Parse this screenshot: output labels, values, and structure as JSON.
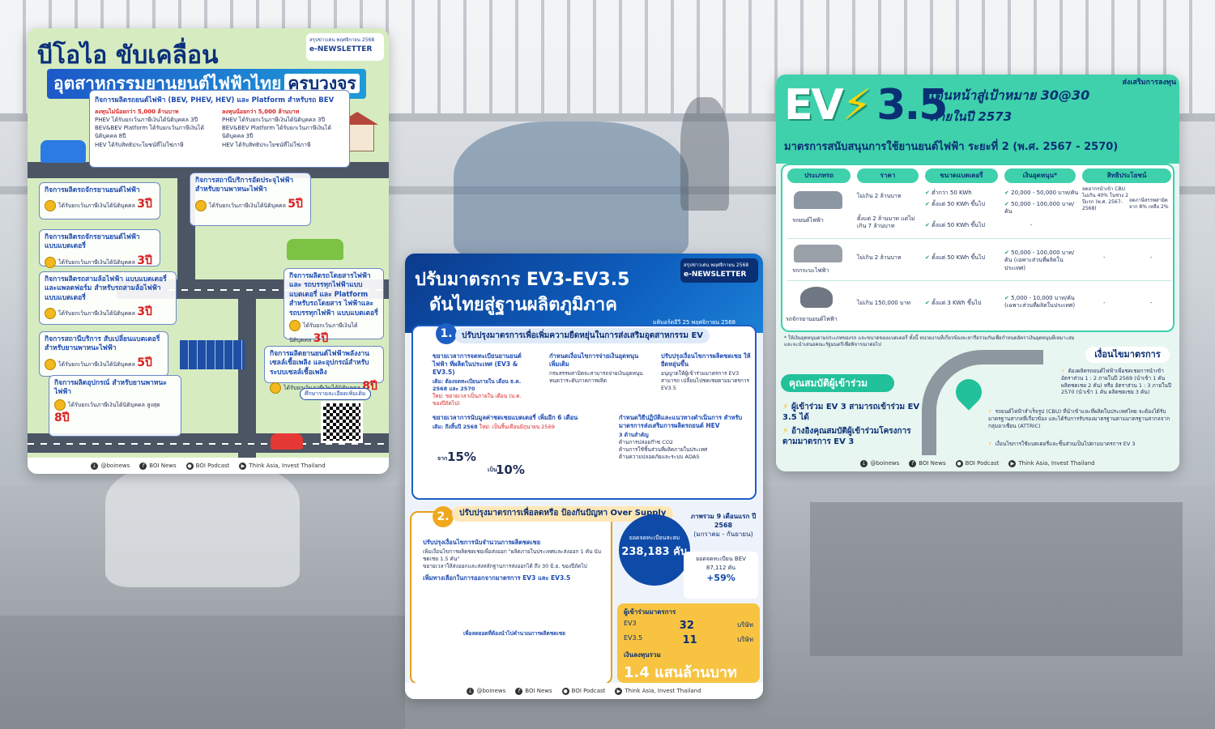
{
  "poster1": {
    "title_line1": "บีโอไอ ขับเคลื่อน",
    "title_line2": "อุตสาหกรรมยานยนต์ไฟฟ้าไทย",
    "title_line2_b": "ครบวงจร",
    "badge": {
      "sub": "สรุปข่าวเด่น พฤศจิกายน 2568",
      "name": "e-NEWSLETTER"
    },
    "top": {
      "heading": "กิจการผลิตรถยนต์ไฟฟ้า (BEV, PHEV, HEV) และ Platform สำหรับรถ BEV",
      "left_title": "ลงทุนไม่น้อยกว่า 5,000 ล้านบาท",
      "left_items": [
        "PHEV ได้รับยกเว้นภาษีเงินได้นิติบุคคล 3ปี",
        "BEV&BEV Platform ได้รับยกเว้นภาษีเงินได้นิติบุคคล 8ปี",
        "HEV ได้รับสิทธิประโยชน์ที่ไม่ใช่ภาษี"
      ],
      "right_title": "ลงทุนน้อยกว่า 5,000 ล้านบาท",
      "right_items": [
        "PHEV ได้รับยกเว้นภาษีเงินได้นิติบุคคล 3ปี",
        "BEV&BEV Platform ได้รับยกเว้นภาษีเงินได้นิติบุคคล 3ปี",
        "HEV ได้รับสิทธิประโยชน์ที่ไม่ใช่ภาษี"
      ]
    },
    "boxes": [
      {
        "title": "กิจการผลิตรถจักรยานยนต์ไฟฟ้า",
        "text": "ได้รับยกเว้นภาษีเงินได้นิติบุคคล",
        "years": "3ปี"
      },
      {
        "title": "กิจการผลิตรถจักรยานยนต์ไฟฟ้า แบบแบตเตอรี่",
        "text": "ได้รับยกเว้นภาษีเงินได้นิติบุคคล",
        "years": "3ปี"
      },
      {
        "title": "กิจการผลิตรถสามล้อไฟฟ้า แบบแบตเตอรี่และแพลตฟอร์ม สำหรับรถสามล้อไฟฟ้าแบบแบตเตอรี่",
        "text": "ได้รับยกเว้นภาษีเงินได้นิติบุคคล",
        "years": "3ปี"
      },
      {
        "title": "กิจการสถานีบริการ สับเปลี่ยนแบตเตอรี่ สำหรับยานพาหนะไฟฟ้า",
        "text": "ได้รับยกเว้นภาษีเงินได้นิติบุคคล",
        "years": "5ปี"
      },
      {
        "title": "กิจการสถานีบริการอัดประจุไฟฟ้า สำหรับยานพาหนะไฟฟ้า",
        "text": "ได้รับยกเว้นภาษีเงินได้นิติบุคคล",
        "years": "5ปี"
      },
      {
        "title": "กิจการผลิตรถโดยสารไฟฟ้าและ รถบรรทุกไฟฟ้าแบบแบตเตอรี่ และ Platform สำหรับรถโดยสาร ไฟฟ้าและรถบรรทุกไฟฟ้า แบบแบตเตอรี่",
        "text": "ได้รับยกเว้นภาษีเงินได้นิติบุคคล",
        "years": "3ปี"
      },
      {
        "title": "กิจการผลิตยานยนต์ไฟฟ้าพลังงานเซลล์เชื้อเพลิง และอุปกรณ์สำหรับระบบเซลล์เชื้อเพลิง",
        "text": "ได้รับยกเว้นภาษีเงินได้นิติบุคคล",
        "years": "8ปี"
      },
      {
        "title": "กิจการผลิตอุปกรณ์ สำหรับยานพาหนะไฟฟ้า",
        "text": "ได้รับยกเว้นภาษีเงินได้นิติบุคคล สูงสุด",
        "years": "8ปี"
      }
    ],
    "more": "ศึกษารายละเอียดเพิ่มเติม",
    "footer": [
      "@boinews",
      "BOI News",
      "BOI Podcast",
      "Think Asia, Invest Thailand"
    ]
  },
  "poster2": {
    "title_line1": "ปรับมาตรการ EV3-EV3.5",
    "title_line2": "ดันไทยสู่ฐานผลิตภูมิภาค",
    "date": "มติบอร์ดอีวี 25 พฤศจิกายน 2568",
    "badge": {
      "sub": "สรุปข่าวเด่น พฤศจิกายน 2568",
      "name": "e-NEWSLETTER"
    },
    "sec1_num": "1.",
    "sec1_title": "ปรับปรุงมาตรการเพื่อเพิ่มความยืดหยุ่นในการส่งเสริมอุตสาหกรรม EV",
    "cells": [
      {
        "title": "ขยายเวลาการจดทะเบียนยานยนต์ไฟฟ้า ที่ผลิตในประเทศ (EV3 & EV3.5)",
        "text": "เดิม: ต้องจดทะเบียนภายใน เดือน ธ.ค. 2568 และ 2570",
        "text2": "ใหม่: ขยายเวลาเป็นภายใน เดือน (ม.ค. ของปีถัดไป)"
      },
      {
        "title": "กำหนดเงื่อนไขการจ่ายเงินอุดหนุนเพิ่มเติม",
        "text": "กรมสรรพสามิตจะสามารถจ่ายเงินอุดหนุน หนดว่าระดับภาคการผลิต"
      },
      {
        "title": "ปรับปรุงเงื่อนไขการผลิตชดเชย ให้ยืดหยุ่นขึ้น",
        "text": "อนุญาตให้ผู้เข้าร่วมมาตรการ EV3 สามารถ เปลี่ยนไปชดเชยตามมาตรการ EV3.5"
      },
      {
        "title": "ขยายเวลาการนับมูลค่าชดเชยแบตเตอรี่ เพิ่มอีก 6 เดือน",
        "text": "เดิม: ถึงสิ้นปี 2568",
        "text2": "ใหม่: เป็นสิ้นเดือนมิถุนายน 2569"
      },
      {
        "title": "กำหนดวิธีปฏิบัติและแนวทางดำเนินการ สำหรับมาตรการส่งเสริมการผลิตรถยนต์ HEV",
        "text": "3 ด้านสำคัญ"
      }
    ],
    "pct_from_label": "จาก",
    "pct_from": "15%",
    "pct_to_label": "เป็น",
    "pct_to": "10%",
    "hev_items": [
      "ด้านการปล่อยก๊าซ CO2",
      "ด้านการใช้ชิ้นส่วนที่ผลิตภายในประเทศ",
      "ด้านความปลอดภัยและระบบ ADAS"
    ],
    "sec2_num": "2.",
    "sec2_title": "ปรับปรุงมาตรการเพื่อลดหรือ ป้องกันปัญหา Over Supply",
    "sec2_sub": "ปรับปรุงเงื่อนไขการนับจำนวนการผลิตชดเชย",
    "sec2_items": [
      "เพิ่มเงื่อนไขการผลิตชดเชยเพื่อส่งออก \"ผลิตภายในประเทศและส่งออก 1 คัน นับชดเชย 1.5 คัน\"",
      "ขยายเวลาให้ส่งออกและส่งหลักฐานการส่งออกได้ ถึง 30 มิ.ย. ของปีถัดไป"
    ],
    "sec2_sub2": "เพิ่มทางเลือกในการออกจากมาตรการ EV3 และ EV3.5",
    "sec2_note": "เพื่อลดยอดที่ต้องนำไปคำนวณการผลิตชดเชย",
    "stat_reg_label": "ยอดจดทะเบียนสะสม",
    "stat_reg": "238,183 คัน",
    "stat_period": "ภาพรวม 9 เดือนแรก ปี 2568",
    "stat_period_sub": "(มกราคม - กันยายน)",
    "stat_bev_label": "ยอดจดทะเบียน BEV",
    "stat_bev": "87,112 คัน",
    "stat_growth": "+59%",
    "partic_title": "ผู้เข้าร่วมมาตรการ",
    "partic_rows": [
      {
        "label": "EV3",
        "n": "32",
        "unit": "บริษัท"
      },
      {
        "label": "EV3.5",
        "n": "11",
        "unit": "บริษัท"
      }
    ],
    "invest_label": "เงินลงทุนรวม",
    "invest": "1.4 แสนล้านบาท",
    "footer": [
      "@boinews",
      "BOI News",
      "BOI Podcast",
      "Think Asia, Invest Thailand"
    ]
  },
  "poster3": {
    "logo_ev": "EV",
    "logo_num": "3.5",
    "target1": "เดินหน้าสู่เป้าหมาย 30@30",
    "target2": "ภายในปี 2573",
    "brand": "ส่งเสริมการลงทุน",
    "subtitle": "มาตรการสนับสนุนการใช้ยานยนต์ไฟฟ้า ระยะที่ 2 (พ.ศ. 2567 - 2570)",
    "headers": [
      "ประเภทรถ",
      "ราคา",
      "ขนาดแบตเตอรี่",
      "เงินอุดหนุน*",
      "สิทธิประโยชน์"
    ],
    "rows": [
      {
        "type": "รถยนต์ไฟฟ้า",
        "price": "ไม่เกิน 2 ล้านบาท",
        "price2": "ตั้งแต่ 2 ล้านบาท แต่ไม่เกิน 7 ล้านบาท",
        "bat": "ต่ำกว่า 50 KWh",
        "bat2": "ตั้งแต่ 50 KWh ขึ้นไป",
        "bat3": "ตั้งแต่ 50 KWh ขึ้นไป",
        "sub": "20,000 - 50,000 บาท/คัน",
        "sub2": "50,000 - 100,000 บาท/คัน",
        "ben": "ลดอากรนำเข้า CBU ไม่เกิน 40% ในช่วง 2 ปีแรก (พ.ศ. 2567-2568)",
        "ben2": "ลดภาษีสรรพสามิต จาก 8% เหลือ 2%"
      },
      {
        "type": "รถกระบะไฟฟ้า",
        "price": "ไม่เกิน 2 ล้านบาท",
        "bat": "ตั้งแต่ 50 KWh ขึ้นไป",
        "sub": "50,000 - 100,000 บาท/คัน (เฉพาะส่วนที่ผลิตในประเทศ)"
      },
      {
        "type": "รถจักรยานยนต์ไฟฟ้า",
        "price": "ไม่เกิน 150,000 บาท",
        "bat": "ตั้งแต่ 3 KWh ขึ้นไป",
        "sub": "5,000 - 10,000 บาท/คัน (เฉพาะส่วนที่ผลิตในประเทศ)"
      }
    ],
    "dash": "-",
    "note": "* ให้เงินอุดหนุนตามประเภทของรถ และขนาดของแบตเตอรี่ ทั้งนี้ หน่วยงานที่เกี่ยวข้องจะหารือร่วมกันเพื่อกำหนดอัตราเงินอุดหนุนที่เหมาะสม และจะนำเสนอคณะรัฐมนตรีเพื่อพิจารณาต่อไป",
    "members_title": "คุณสมบัติผู้เข้าร่วม",
    "members": [
      "ผู้เข้าร่วม EV 3 สามารถเข้าร่วม EV 3.5 ได้",
      "อ้างอิงคุณสมบัติผู้เข้าร่วมโครงการ ตามมาตรการ EV 3"
    ],
    "cond_title": "เงื่อนไขมาตรการ",
    "conds": [
      "ต้องผลิตรถยนต์ไฟฟ้าเพื่อชดเชยการนำเข้า อัตราส่วน 1 : 2 ภายในปี 2569 (นำเข้า 1 คัน ผลิตชดเชย 2 คัน) หรือ อัตราส่วน 1 : 3 ภายในปี 2570 (นำเข้า 1 คัน ผลิตชดเชย 3 คัน)",
      "รถยนต์ไฟฟ้าสำเร็จรูป (CBU) ที่นำเข้าและที่ผลิตในประเทศไทย จะต้องได้รับมาตรฐานสากลที่เกี่ยวข้อง และได้รับการรับรองมาตรฐานตามมาตรฐานสากลจากกลุ่มอาเซียน (ATTRIC)",
      "เงื่อนไขการใช้แบตเตอรี่และชิ้นส่วนเป็นไปตามมาตรการ EV 3"
    ],
    "footer": [
      "@boinews",
      "BOI News",
      "BOI Podcast",
      "Think Asia, Invest Thailand"
    ]
  },
  "colors": {
    "boi_blue": "#0b2f74",
    "ev_green": "#3ed1ac",
    "accent_red": "#d92020",
    "accent_yellow": "#f7c341"
  }
}
